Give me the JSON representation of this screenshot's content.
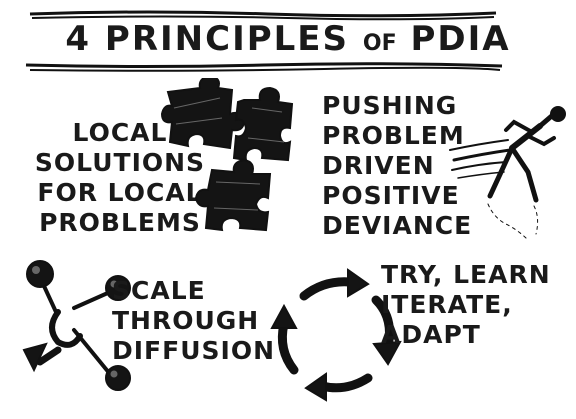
{
  "title": {
    "main": "4 PRINCIPLES",
    "of": "OF",
    "acronym": "PDIA"
  },
  "principles": [
    {
      "id": "local",
      "lines": [
        "LOCAL",
        "SOLUTIONS",
        "FOR LOCAL",
        "PROBLEMS"
      ],
      "icon": "puzzle-pieces-icon"
    },
    {
      "id": "push",
      "lines": [
        "PUSHING",
        "PROBLEM",
        "DRIVEN",
        "POSITIVE",
        "DEVIANCE"
      ],
      "icon": "running-person-icon"
    },
    {
      "id": "scale",
      "lines": [
        "SCALE",
        "THROUGH",
        "DIFFUSION"
      ],
      "icon": "network-diffusion-icon"
    },
    {
      "id": "try",
      "lines": [
        "TRY, LEARN",
        "ITERATE,",
        "ADAPT"
      ],
      "icon": "cycle-arrows-icon"
    }
  ],
  "colors": {
    "ink": "#1a1a1a",
    "background": "#ffffff"
  }
}
